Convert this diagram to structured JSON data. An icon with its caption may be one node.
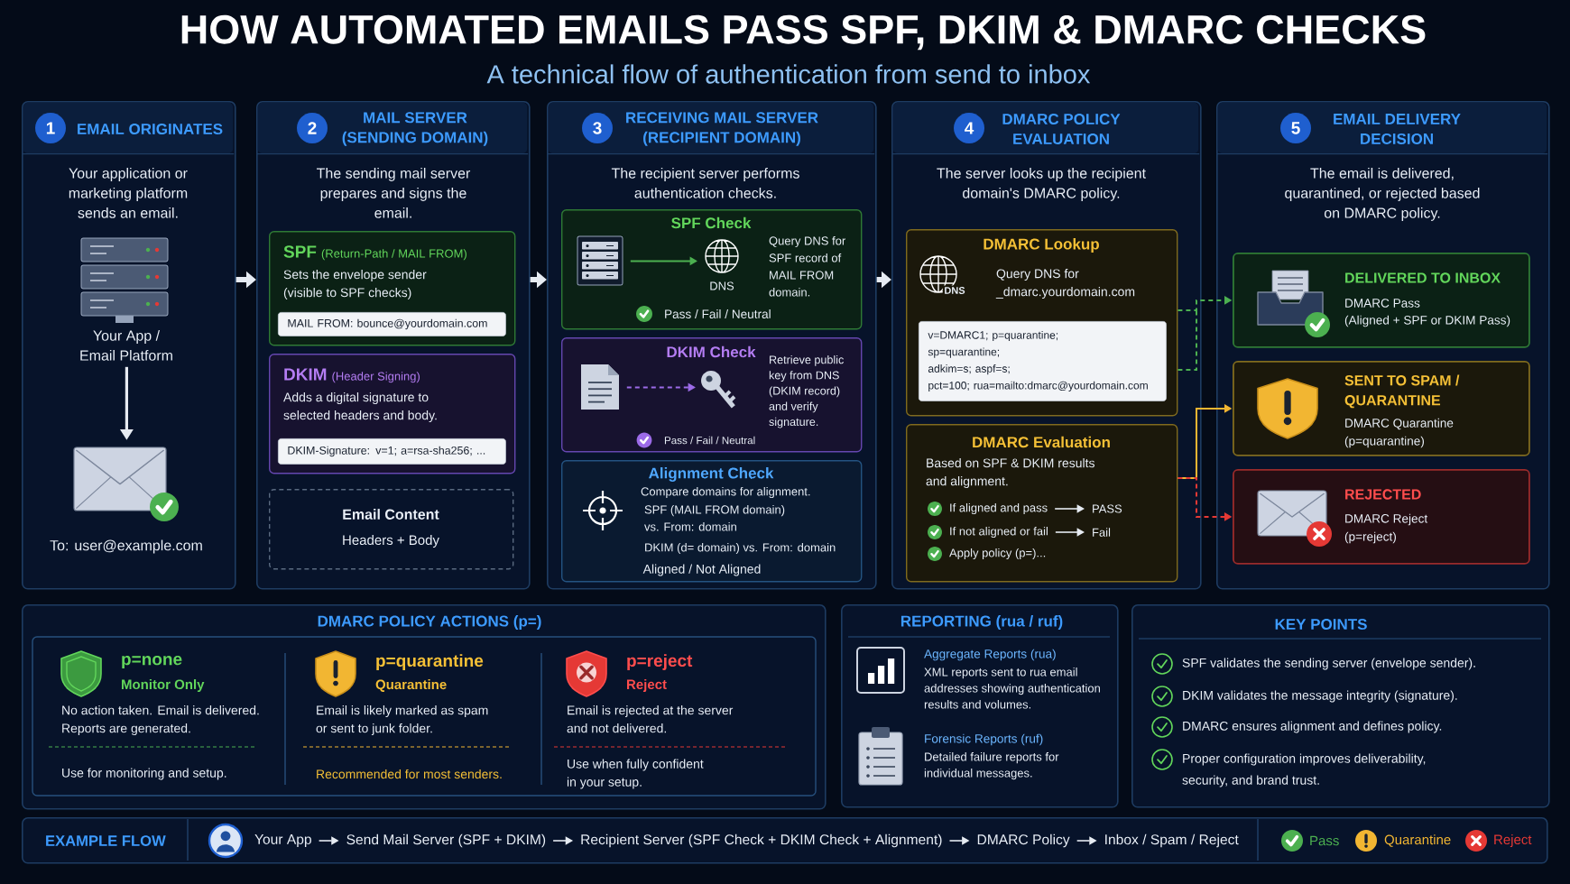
{
  "diagram": {
    "title": "HOW AUTOMATED EMAILS PASS SPF, DKIM & DMARC CHECKS",
    "nodes": [
      {
        "text": [
          "1",
          "EMAIL ORIGINATES",
          "Your application or marketing platform sends an email."
        ]
      },
      {
        "text": [
          "Your App / Email Platform"
        ],
        "in": 0
      },
      {
        "text": [
          "To: user@example.com"
        ],
        "in": 0
      },
      {
        "text": [
          "2",
          "MAIL SERVER (SENDING DOMAIN)",
          "The sending mail server prepares and signs the email."
        ]
      },
      {
        "text": [
          "SPF",
          "(Return-Path / MAIL FROM)",
          "Sets the envelope sender (visible to SPF checks)"
        ],
        "in": 3
      },
      {
        "text": [
          "MAIL FROM: bounce@yourdomain.com"
        ],
        "in": 4
      },
      {
        "text": [
          "DKIM",
          "(Header Signing)",
          "Adds a digital signature to selected headers and body."
        ],
        "in": 3
      },
      {
        "text": [
          "DKIM-Signature: v=1; a=rsa-sha256; ..."
        ],
        "in": 6
      },
      {
        "text": [
          "Email Content",
          "Headers + Body"
        ],
        "in": 3
      },
      {
        "text": [
          "3",
          "RECEIVING MAIL SERVER (RECIPIENT DOMAIN)",
          "The recipient server performs authentication checks."
        ]
      },
      {
        "text": [
          "SPF Check",
          "Query DNS for SPF record of MAIL FROM domain.",
          "Pass / Fail / Neutral"
        ],
        "in": 9
      },
      {
        "text": [],
        "shape": "picture",
        "in": 10
      },
      {
        "text": [
          "DNS"
        ],
        "in": 10
      },
      {
        "text": [
          "DKIM Check",
          "Retrieve public key from DNS (DKIM record) and verify signature.",
          "Pass / Fail / Neutral"
        ],
        "in": 9
      },
      {
        "text": [],
        "shape": "picture",
        "in": 13
      },
      {
        "text": [],
        "shape": "picture",
        "in": 13
      },
      {
        "text": [
          "Alignment Check",
          "Compare domains for alignment.",
          "SPF (MAIL FROM domain) vs. From: domain",
          "DKIM (d= domain) vs. From: domain",
          "Aligned / Not Aligned"
        ],
        "in": 9
      },
      {
        "text": [
          "4",
          "DMARC POLICY EVALUATION",
          "The server looks up the recipient domain's DMARC policy."
        ]
      },
      {
        "text": [
          "DMARC Lookup",
          "DNS",
          "Query DNS for _dmarc.yourdomain.com"
        ],
        "in": 17
      },
      {
        "text": [
          "v=DMARC1; p=quarantine;",
          "sp=quarantine;",
          "adkim=s; aspf=s;",
          "pct=100; rua=mailto:dmarc@yourdomain.com"
        ],
        "in": 18
      },
      {
        "text": [
          "DMARC Evaluation",
          "Based on SPF & DKIM results and alignment.",
          "Apply policy (p=)..."
        ],
        "in": 17
      },
      {
        "text": [
          "If aligned and pass"
        ],
        "in": 20
      },
      {
        "text": [
          "PASS"
        ],
        "in": 20
      },
      {
        "text": [
          "If not aligned or fail"
        ],
        "in": 20
      },
      {
        "text": [
          "Fail"
        ],
        "in": 20
      },
      {
        "text": [
          "5",
          "EMAIL DELIVERY DECISION",
          "The email is delivered, quarantined, or rejected based on DMARC policy."
        ]
      },
      {
        "text": [
          "DELIVERED TO INBOX",
          "DMARC Pass",
          "(Aligned + SPF or DKIM Pass)"
        ],
        "in": 25
      },
      {
        "text": [
          "SENT TO SPAM / QUARANTINE",
          "DMARC Quarantine",
          "(p=quarantine)"
        ],
        "in": 25
      },
      {
        "text": [
          "REJECTED",
          "DMARC Reject",
          "(p=reject)"
        ],
        "in": 25
      },
      {
        "text": [
          "DMARC POLICY ACTIONS (p=)"
        ]
      },
      {
        "text": [
          "p=none",
          "Monitor Only",
          "No action taken. Email is delivered. Reports are generated.",
          "Use for monitoring and setup."
        ],
        "in": 29
      },
      {
        "text": [
          "p=quarantine",
          "Quarantine",
          "Email is likely marked as spam or sent to junk folder.",
          "Recommended for most senders."
        ],
        "in": 29
      },
      {
        "text": [
          "p=reject",
          "Reject",
          "Email is rejected at the server and not delivered.",
          "Use when fully confident in your setup."
        ],
        "in": 29
      },
      {
        "text": [
          "REPORTING (rua / ruf)",
          "Aggregate Reports (rua)",
          "XML reports sent to rua email addresses showing authentication results and volumes.",
          "Forensic Reports (ruf)",
          "Detailed failure reports for individual messages."
        ]
      },
      {
        "text": [
          "KEY POINTS",
          "SPF validates the sending server (envelope sender).",
          "DKIM validates the message integrity (signature).",
          "DMARC ensures alignment and defines policy.",
          "Proper configuration improves deliverability, security, and brand trust."
        ]
      },
      {
        "text": [
          "EXAMPLE FLOW"
        ]
      },
      {
        "text": [
          "Your App"
        ],
        "in": 35
      },
      {
        "text": [
          "Send Mail Server (SPF + DKIM)"
        ],
        "in": 35
      },
      {
        "text": [
          "Recipient Server (SPF Check + DKIM Check + Alignment)"
        ],
        "in": 35
      },
      {
        "text": [
          "DMARC Policy"
        ],
        "in": 35
      },
      {
        "text": [
          "Inbox / Spam / Reject"
        ],
        "in": 35
      }
    ],
    "edges": [
      {
        "from": 1,
        "to": 2,
        "arrow": "to"
      },
      {
        "from": 0,
        "to": 3,
        "arrow": "to",
        "style": "thick"
      },
      {
        "from": 3,
        "to": 9,
        "arrow": "to",
        "style": "thick"
      },
      {
        "from": 9,
        "to": 17,
        "arrow": "to",
        "style": "thick"
      },
      {
        "from": 11,
        "to": 12,
        "arrow": "to",
        "color": "#4cb050"
      },
      {
        "from": 14,
        "to": 15,
        "arrow": "to",
        "style": "dashed",
        "color": "#9c6be8"
      },
      {
        "from": 18,
        "to": 26,
        "arrow": "to",
        "style": "dashed",
        "color": "#4cb050"
      },
      {
        "from": 20,
        "to": 27,
        "arrow": "to",
        "color": "#f2b632"
      },
      {
        "from": 20,
        "to": 28,
        "arrow": "to",
        "style": "dashed",
        "color": "#e53935"
      },
      {
        "from": 21,
        "to": 22,
        "arrow": "to"
      },
      {
        "from": 23,
        "to": 24,
        "arrow": "to"
      },
      {
        "from": 36,
        "to": 37,
        "arrow": "to"
      },
      {
        "from": 37,
        "to": 38,
        "arrow": "to"
      },
      {
        "from": 38,
        "to": 39,
        "arrow": "to"
      },
      {
        "from": 39,
        "to": 40,
        "arrow": "to"
      }
    ],
    "labels": [
      "A technical flow of authentication from send to inbox"
    ],
    "legend": [
      {
        "text": "Pass",
        "color": "#4cb050"
      },
      {
        "text": "Quarantine",
        "color": "#f2b632"
      },
      {
        "text": "Reject",
        "color": "#e53935"
      }
    ]
  }
}
